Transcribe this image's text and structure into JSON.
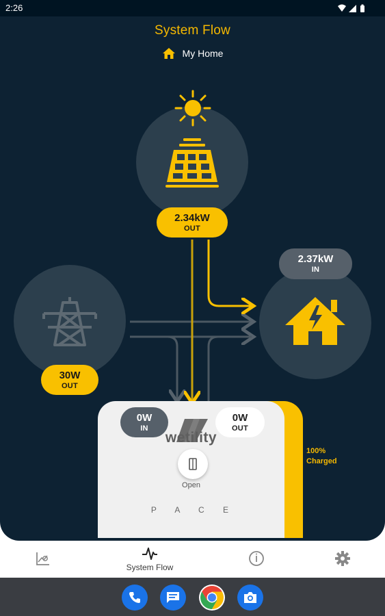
{
  "status_bar": {
    "time": "2:26"
  },
  "header": {
    "title": "System Flow",
    "site_name": "My Home"
  },
  "solar": {
    "value": "2.34kW",
    "direction": "OUT"
  },
  "grid": {
    "value": "30W",
    "direction": "OUT"
  },
  "home": {
    "value": "2.37kW",
    "direction": "IN"
  },
  "battery": {
    "in_value": "0W",
    "in_direction": "IN",
    "out_value": "0W",
    "out_direction": "OUT",
    "brand": "wetility",
    "action_label": "Open",
    "model": "P A C E",
    "charge_percent": "100%",
    "charge_status": "Charged"
  },
  "bottom_nav": {
    "items": [
      {
        "label": "",
        "icon": "analytics-icon"
      },
      {
        "label": "System Flow",
        "icon": "pulse-icon"
      },
      {
        "label": "",
        "icon": "info-gauge-icon"
      },
      {
        "label": "",
        "icon": "gear-icon"
      }
    ]
  },
  "dock": {
    "apps": [
      "phone-icon",
      "messages-icon",
      "chrome-icon",
      "camera-icon"
    ]
  },
  "colors": {
    "accent": "#f9c000",
    "background": "#0d2233",
    "grey_pill": "#56606a"
  }
}
